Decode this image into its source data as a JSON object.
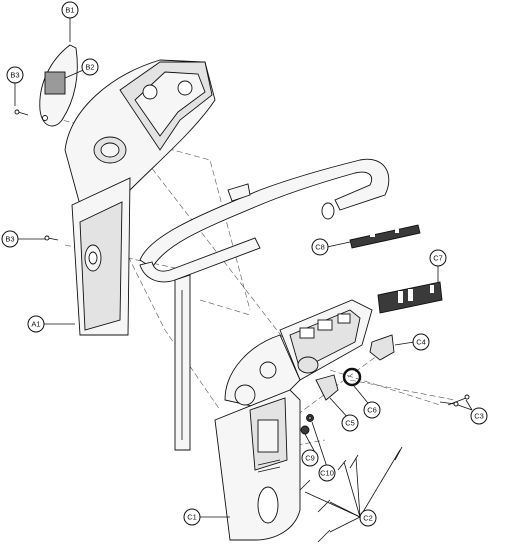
{
  "callouts": {
    "B1": "B1",
    "B2": "B2",
    "B3_top": "B3",
    "B3_mid": "B3",
    "A1": "A1",
    "C8": "C8",
    "C7": "C7",
    "C4": "C4",
    "C6": "C6",
    "C5": "C5",
    "C3": "C3",
    "C9": "C9",
    "C10": "C10",
    "C2": "C2",
    "C1": "C1"
  },
  "colors": {
    "line": "#111111",
    "shade": "#e3e3e3",
    "dark": "#3a3a3a"
  }
}
